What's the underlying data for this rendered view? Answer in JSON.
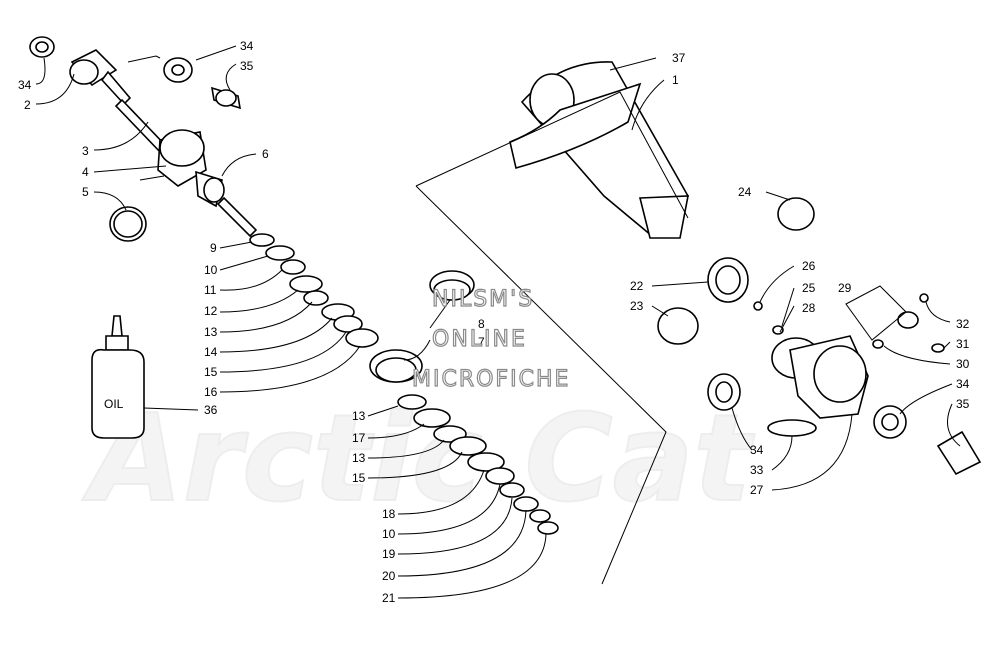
{
  "watermark": {
    "lines": [
      "NILSM'S",
      "ONLINE",
      "MICROFICHE"
    ],
    "logo": "Arctic Cat"
  },
  "oil_label": "OIL",
  "callouts": [
    {
      "id": "c1",
      "text": "1"
    },
    {
      "id": "c2",
      "text": "2"
    },
    {
      "id": "c3",
      "text": "3"
    },
    {
      "id": "c4",
      "text": "4"
    },
    {
      "id": "c5",
      "text": "5"
    },
    {
      "id": "c6",
      "text": "6"
    },
    {
      "id": "c7",
      "text": "7"
    },
    {
      "id": "c8",
      "text": "8"
    },
    {
      "id": "c9",
      "text": "9"
    },
    {
      "id": "c10a",
      "text": "10"
    },
    {
      "id": "c10b",
      "text": "10"
    },
    {
      "id": "c11",
      "text": "11"
    },
    {
      "id": "c12",
      "text": "12"
    },
    {
      "id": "c13a",
      "text": "13"
    },
    {
      "id": "c13b",
      "text": "13"
    },
    {
      "id": "c13c",
      "text": "13"
    },
    {
      "id": "c14",
      "text": "14"
    },
    {
      "id": "c15a",
      "text": "15"
    },
    {
      "id": "c15b",
      "text": "15"
    },
    {
      "id": "c16",
      "text": "16"
    },
    {
      "id": "c17",
      "text": "17"
    },
    {
      "id": "c18",
      "text": "18"
    },
    {
      "id": "c19",
      "text": "19"
    },
    {
      "id": "c20",
      "text": "20"
    },
    {
      "id": "c21",
      "text": "21"
    },
    {
      "id": "c22",
      "text": "22"
    },
    {
      "id": "c23",
      "text": "23"
    },
    {
      "id": "c24",
      "text": "24"
    },
    {
      "id": "c25",
      "text": "25"
    },
    {
      "id": "c26",
      "text": "26"
    },
    {
      "id": "c27",
      "text": "27"
    },
    {
      "id": "c28",
      "text": "28"
    },
    {
      "id": "c29",
      "text": "29"
    },
    {
      "id": "c30",
      "text": "30"
    },
    {
      "id": "c31",
      "text": "31"
    },
    {
      "id": "c32",
      "text": "32"
    },
    {
      "id": "c33",
      "text": "33"
    },
    {
      "id": "c34a",
      "text": "34"
    },
    {
      "id": "c34b",
      "text": "34"
    },
    {
      "id": "c34c",
      "text": "34"
    },
    {
      "id": "c34d",
      "text": "34"
    },
    {
      "id": "c35a",
      "text": "35"
    },
    {
      "id": "c35b",
      "text": "35"
    },
    {
      "id": "c36",
      "text": "36"
    },
    {
      "id": "c37",
      "text": "37"
    }
  ]
}
